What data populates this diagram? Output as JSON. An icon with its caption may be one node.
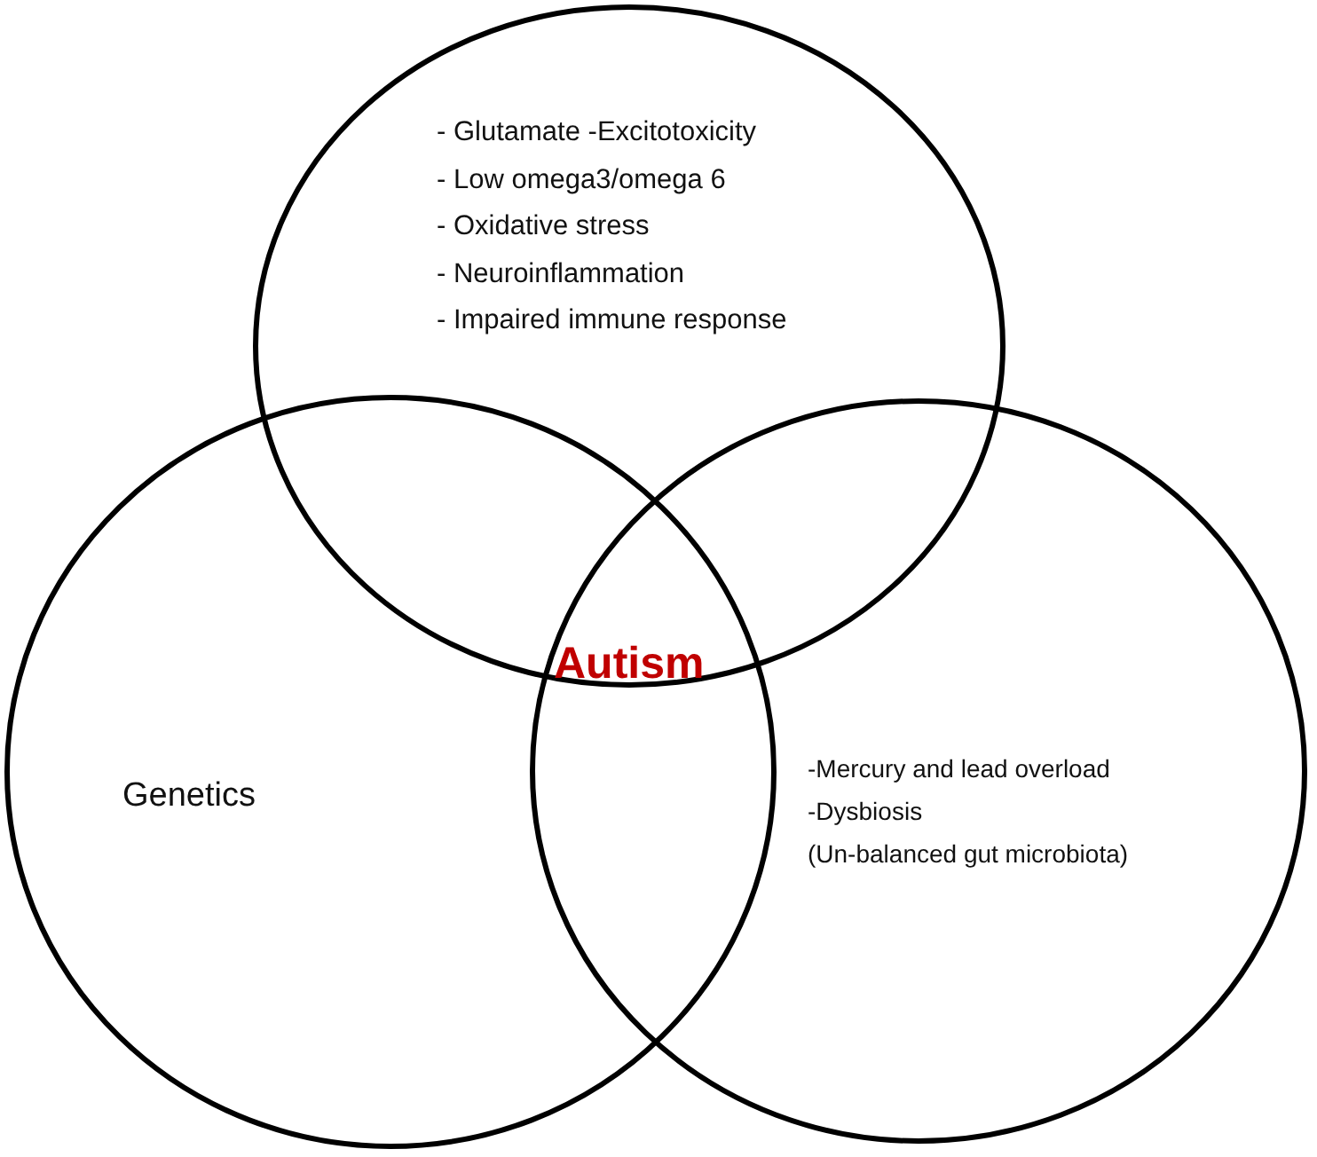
{
  "diagram": {
    "nodes": [
      {
        "text": [
          "- Glutamate -Excitotoxicity",
          "- Low omega3/omega 6",
          "- Oxidative stress",
          "- Neuroinflammation",
          "- Impaired immune response"
        ]
      },
      {
        "text": [
          "Genetics"
        ]
      },
      {
        "text": [
          "-Mercury and lead overload",
          "-Dysbiosis",
          "(Un-balanced gut microbiota)"
        ]
      }
    ],
    "labels": [
      "Autism"
    ]
  }
}
